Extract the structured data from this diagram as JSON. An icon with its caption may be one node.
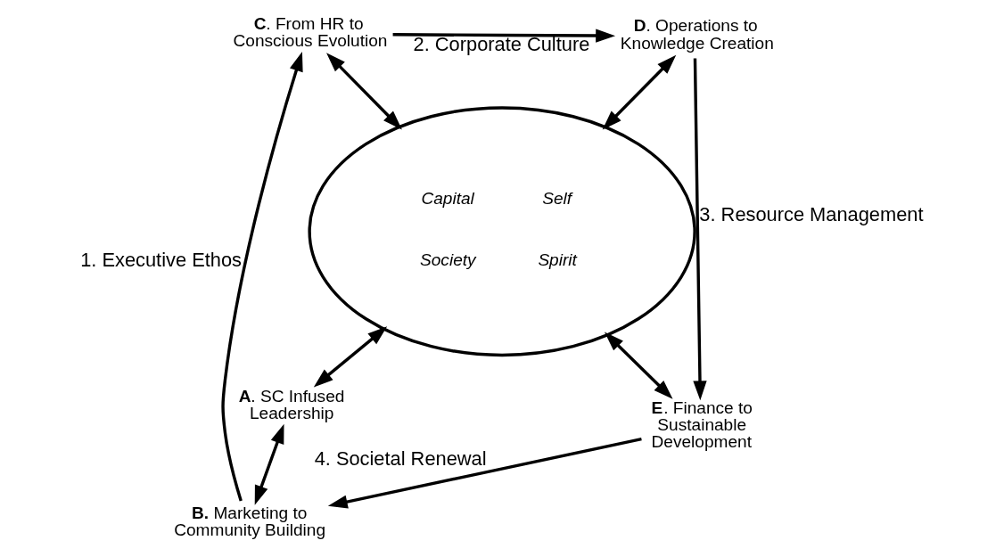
{
  "diagram": {
    "nodes": [
      {
        "text": [
          "**D**. Operations to Knowledge Creation"
        ]
      },
      {
        "text": [
          "**C**. From HR to Conscious Evolution"
        ]
      },
      {
        "text": [
          "**B.** Marketing to Community Building"
        ]
      },
      {
        "text": [
          "**E**. Finance to Sustainable Development"
        ]
      },
      {
        "text": [
          "**A**. SC Infused Leadership"
        ]
      },
      {
        "text": [
          "Capital",
          "Self",
          "Society",
          "Spirit"
        ]
      }
    ],
    "edges": [
      {
        "from": 5,
        "to": 0,
        "arrow": "both"
      },
      {
        "from": 5,
        "to": 1,
        "arrow": "both"
      },
      {
        "from": 5,
        "to": 3,
        "arrow": "both"
      },
      {
        "from": 5,
        "to": 4,
        "arrow": "both"
      },
      {
        "from": 4,
        "to": 2,
        "arrow": "both"
      },
      {
        "from": 2,
        "to": 1,
        "arrow": "to",
        "label": "1. Executive Ethos"
      },
      {
        "from": 1,
        "to": 0,
        "arrow": "to",
        "label": "2. Corporate Culture"
      },
      {
        "from": 0,
        "to": 3,
        "arrow": "to",
        "label": "3. Resource Management"
      },
      {
        "from": 3,
        "to": 2,
        "arrow": "to",
        "label": "4. Societal Renewal"
      }
    ]
  }
}
